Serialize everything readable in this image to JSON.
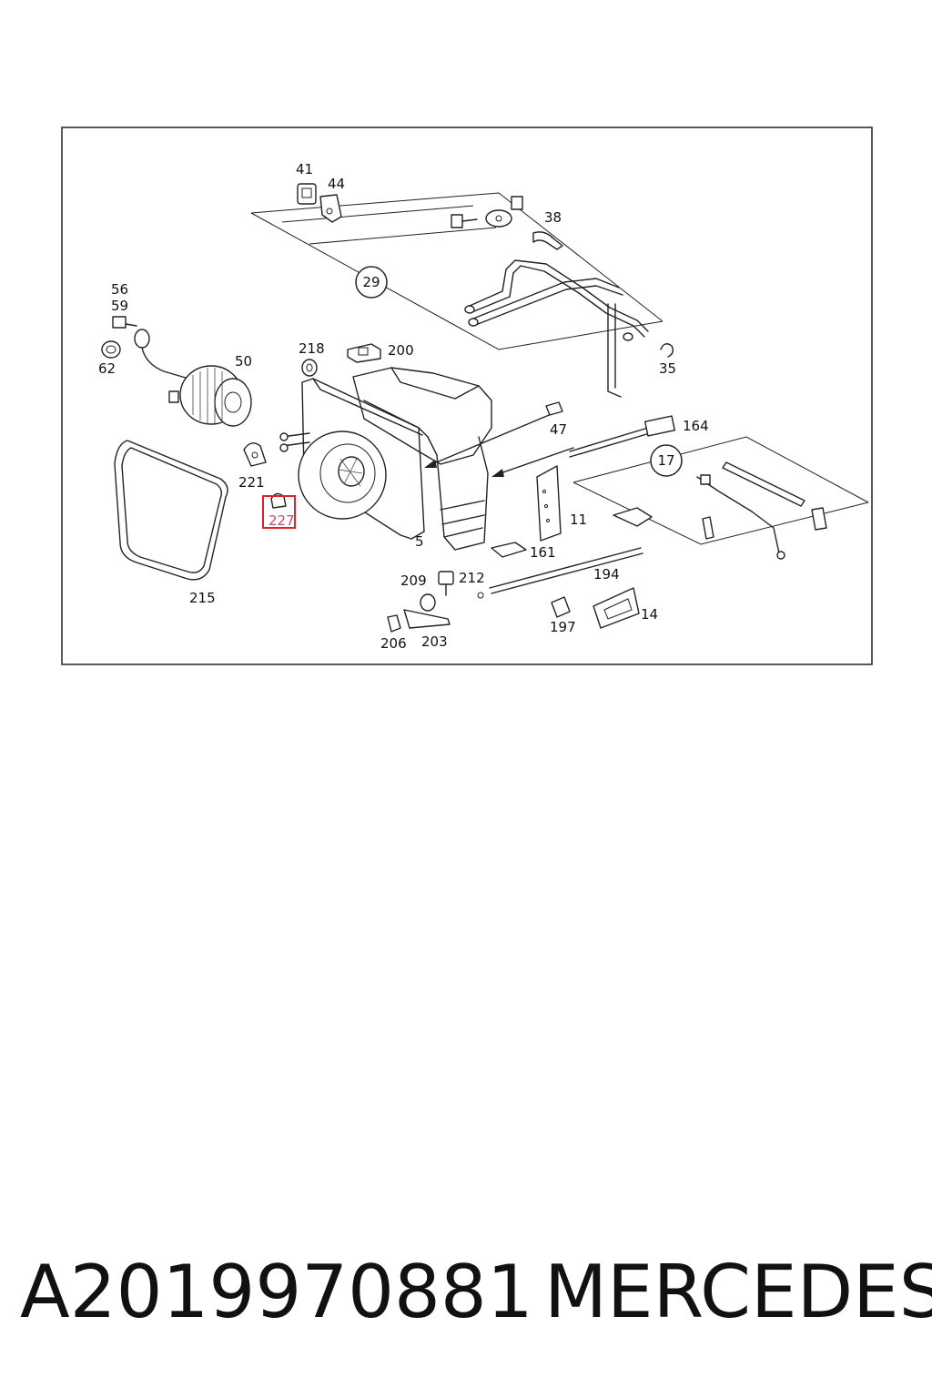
{
  "diagram": {
    "highlight_color": "#e0202a",
    "callouts": {
      "c29": "29",
      "c17": "17"
    },
    "labels": {
      "l41": "41",
      "l44": "44",
      "l38": "38",
      "l56": "56",
      "l59": "59",
      "l62": "62",
      "l50": "50",
      "l218": "218",
      "l200": "200",
      "l35": "35",
      "l47": "47",
      "l164": "164",
      "l221": "221",
      "l227": "227",
      "l5": "5",
      "l11": "11",
      "l161": "161",
      "l215": "215",
      "l209": "209",
      "l212": "212",
      "l194": "194",
      "l197": "197",
      "l14": "14",
      "l206": "206",
      "l203": "203"
    }
  },
  "footer": {
    "part_number": "A2019970881",
    "brand": "MERCEDES"
  }
}
